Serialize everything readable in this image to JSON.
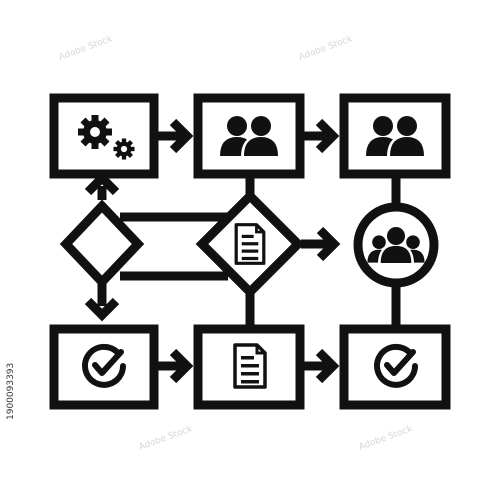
{
  "diagram": {
    "type": "process-flowchart-icon",
    "stroke_color": "#111111",
    "background": "#ffffff",
    "nodes": [
      {
        "id": "settings",
        "shape": "rectangle",
        "icon": "gears-icon"
      },
      {
        "id": "team-a",
        "shape": "rectangle",
        "icon": "two-people-icon"
      },
      {
        "id": "team-b",
        "shape": "rectangle",
        "icon": "two-people-icon"
      },
      {
        "id": "decision-left",
        "shape": "diamond",
        "icon": ""
      },
      {
        "id": "decision-doc",
        "shape": "diamond",
        "icon": "document-icon"
      },
      {
        "id": "group",
        "shape": "circle",
        "icon": "group-people-icon"
      },
      {
        "id": "approve-left",
        "shape": "rectangle",
        "icon": "check-circle-icon"
      },
      {
        "id": "document",
        "shape": "rectangle",
        "icon": "document-icon"
      },
      {
        "id": "approve-right",
        "shape": "rectangle",
        "icon": "check-circle-icon"
      }
    ],
    "edges": [
      {
        "from": "settings",
        "to": "team-a",
        "arrow": true
      },
      {
        "from": "team-a",
        "to": "team-b",
        "arrow": true
      },
      {
        "from": "decision-left",
        "to": "settings",
        "arrow": true
      },
      {
        "from": "decision-left",
        "to": "approve-left",
        "arrow": true
      },
      {
        "from": "decision-left",
        "to": "decision-doc",
        "arrow": false
      },
      {
        "from": "team-a",
        "to": "decision-doc",
        "arrow": false
      },
      {
        "from": "decision-doc",
        "to": "group",
        "arrow": true
      },
      {
        "from": "decision-doc",
        "to": "document",
        "arrow": false
      },
      {
        "from": "team-b",
        "to": "group",
        "arrow": false
      },
      {
        "from": "group",
        "to": "approve-right",
        "arrow": false
      },
      {
        "from": "approve-left",
        "to": "document",
        "arrow": true
      },
      {
        "from": "document",
        "to": "approve-right",
        "arrow": true
      }
    ]
  },
  "watermark": {
    "stock_id": "1900093393",
    "repeated_mark": "Adobe Stock"
  }
}
